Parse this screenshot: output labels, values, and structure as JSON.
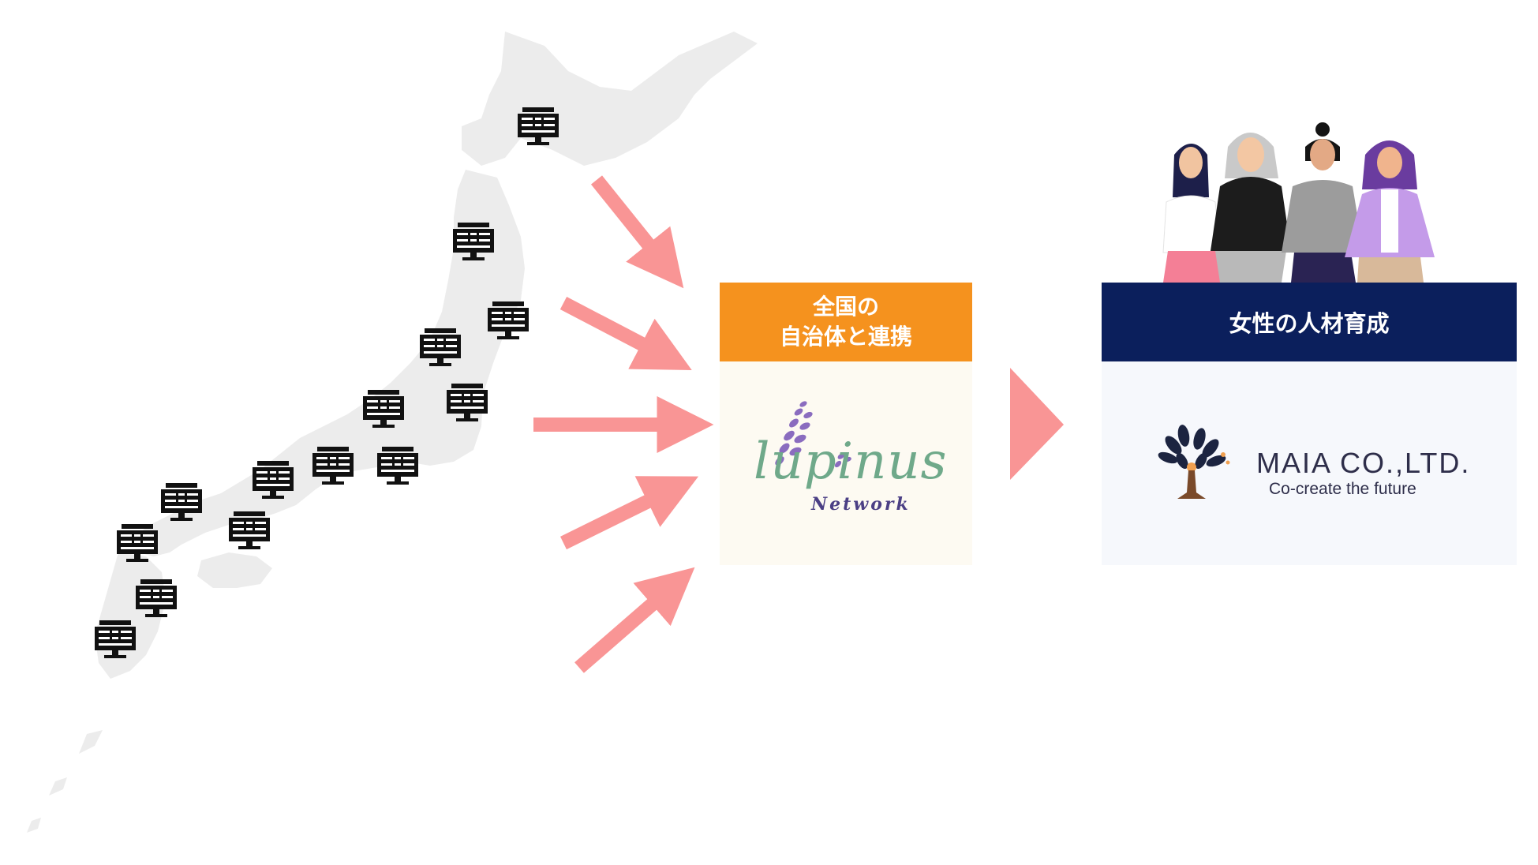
{
  "partner_card": {
    "title_line1": "全国の",
    "title_line2": "自治体と連携",
    "logo_word": "lupinus",
    "logo_sub": "Network",
    "head_color": "#f5921e"
  },
  "mission_card": {
    "title": "女性の人材育成",
    "company_name": "MAIA CO.,LTD.",
    "tagline": "Co-create the future",
    "head_color": "#0b1f5c"
  },
  "icons": {
    "municipality": "city-hall-building-icon",
    "flow_arrow": "salmon-arrow-icon",
    "big_arrow": "triangle-right-icon",
    "people": "women-group-illustration",
    "map": "japan-map"
  },
  "colors": {
    "arrow": "#f99595",
    "map": "#ececec"
  }
}
